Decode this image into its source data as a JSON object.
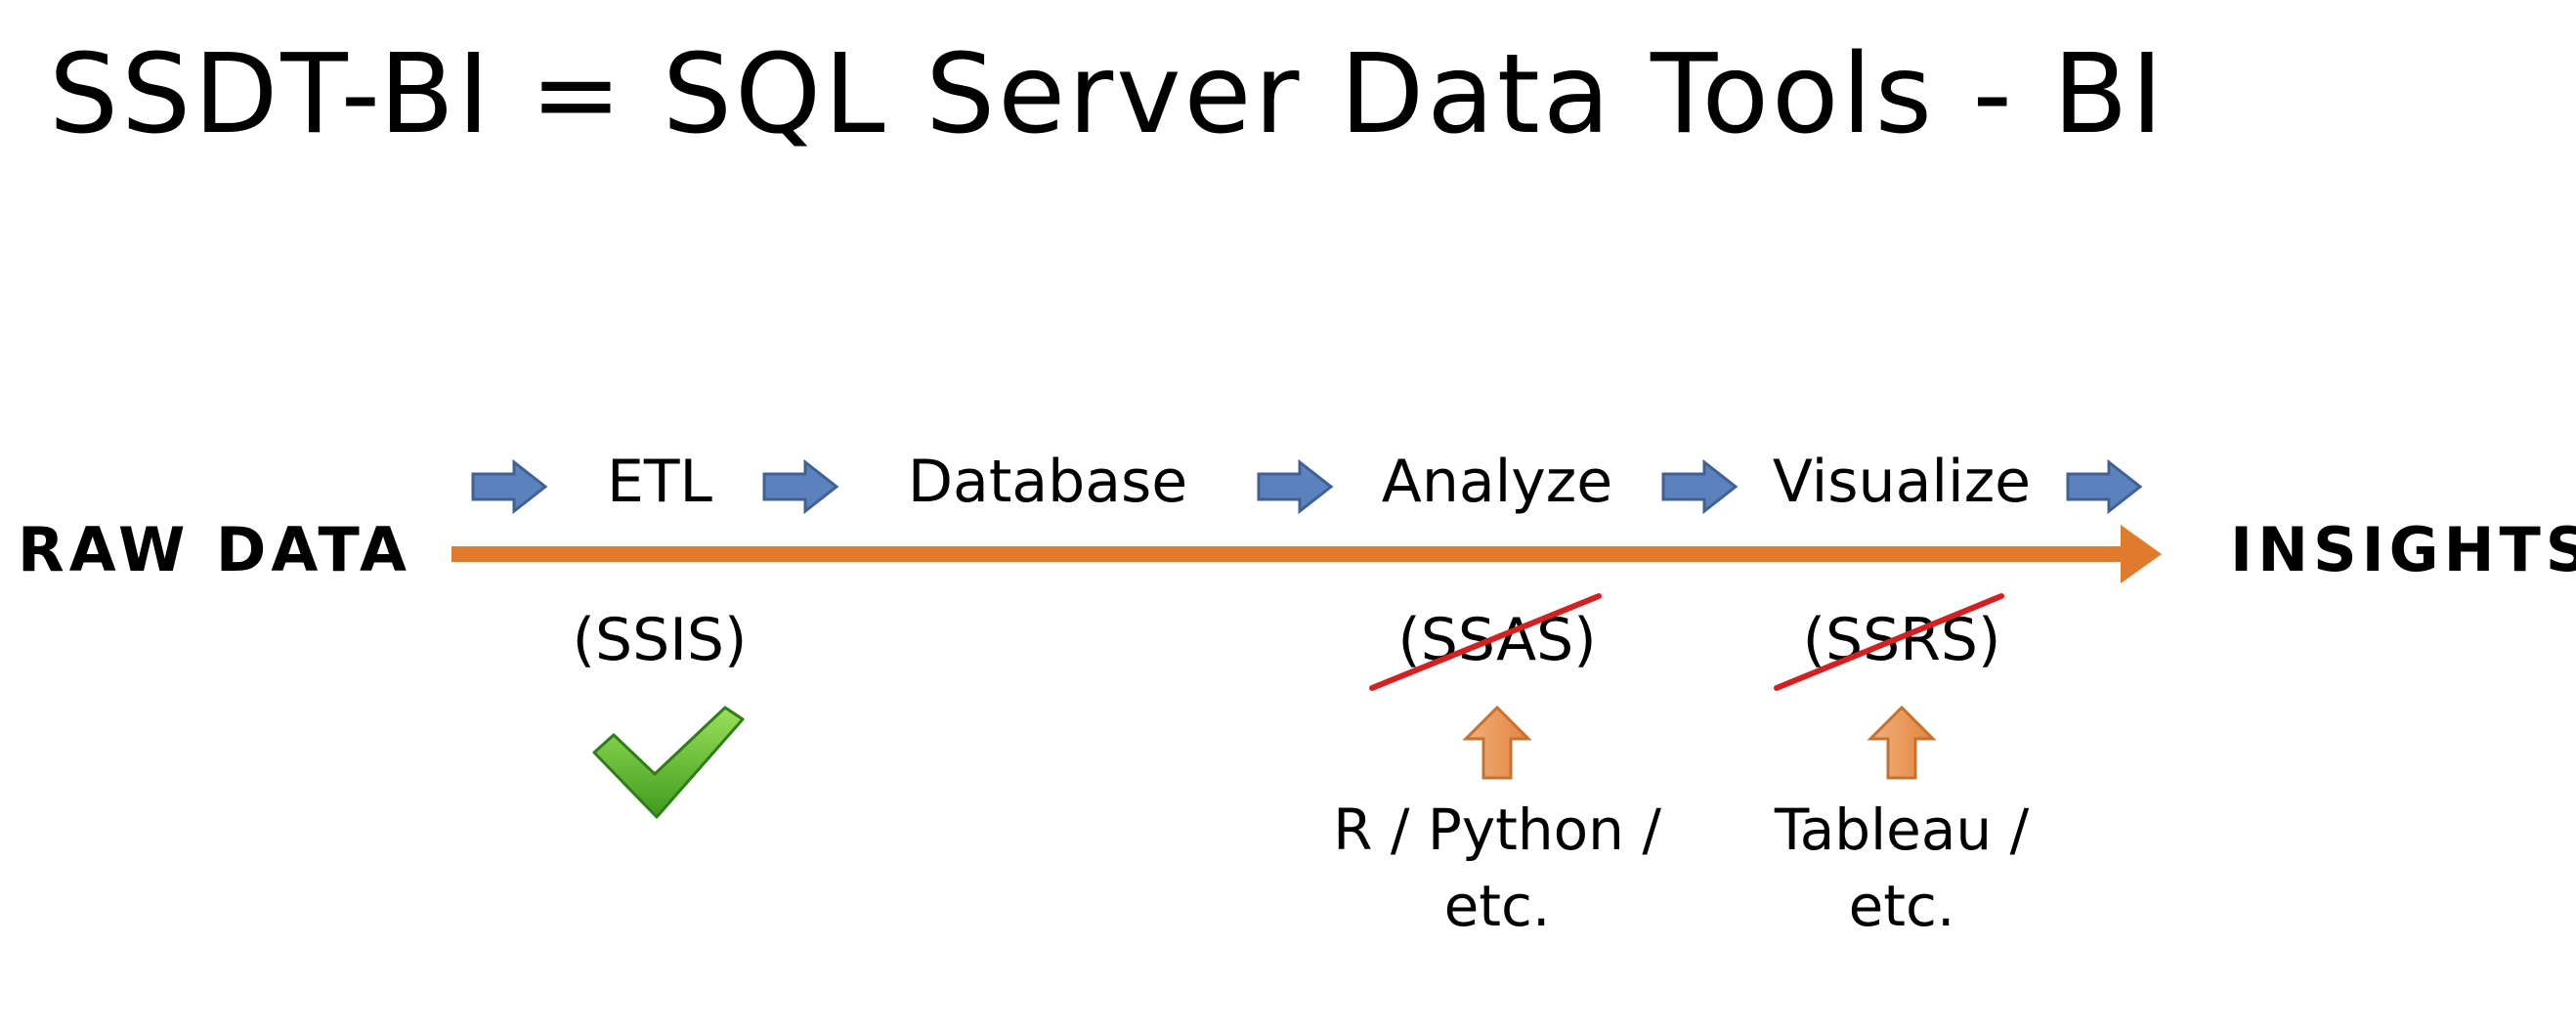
{
  "title": "SSDT-BI = SQL Server Data Tools - BI",
  "raw_data_label": "RAW DATA",
  "insights_label": "INSIGHTS",
  "stages": [
    {
      "label": "ETL"
    },
    {
      "label": "Database"
    },
    {
      "label": "Analyze"
    },
    {
      "label": "Visualize"
    }
  ],
  "tools": {
    "ssis": "(SSIS)",
    "ssas": "(SSAS)",
    "ssrs": "(SSRS)"
  },
  "alternatives": {
    "analyze": "R / Python / etc.",
    "visualize": "Tableau / etc."
  },
  "colors": {
    "main_arrow": "#E07A2C",
    "step_arrow_fill": "#5B82BD",
    "step_arrow_stroke": "#3F6196",
    "up_arrow_fill": "#E9955A",
    "up_arrow_stroke": "#C8702E",
    "strike": "#D42020",
    "check": "#4CAF2A"
  }
}
